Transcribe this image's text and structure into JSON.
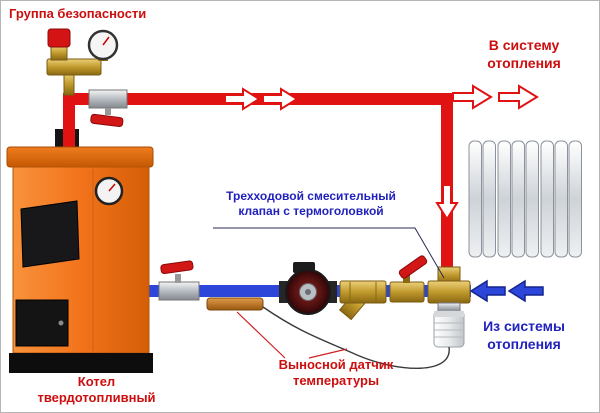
{
  "diagram": {
    "labels": {
      "safety_group": "Группа безопасности",
      "to_system": "В систему\nотопления",
      "mixing_valve": "Трехходовой смесительный\nклапан с термоголовкой",
      "from_system": "Из системы\nотопления",
      "temp_sensor": "Выносной датчик\nтемпературы",
      "boiler": "Котел\nтвердотопливный"
    },
    "colors": {
      "supply_pipe": "#e01212",
      "return_pipe": "#2b46d9",
      "boiler_body": "#f2731b",
      "label_red": "#cc0e0e",
      "label_blue": "#2121bd",
      "brass": "#c09a2c",
      "pump_body": "#531010",
      "sensor_copper": "#c07a2a"
    }
  }
}
